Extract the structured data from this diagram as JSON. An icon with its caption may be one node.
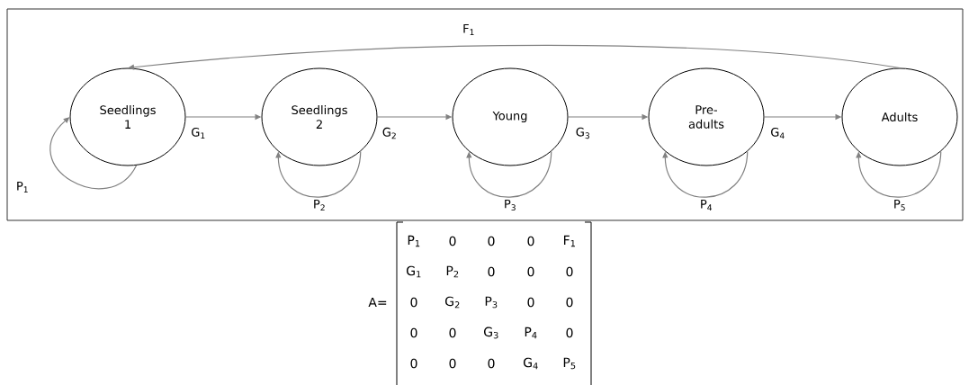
{
  "diagram": {
    "nodes": [
      {
        "text": [
          "Seedlings 1"
        ]
      },
      {
        "text": [
          "Seedlings 2"
        ]
      },
      {
        "text": [
          "Young"
        ]
      },
      {
        "text": [
          "Pre- adults"
        ]
      },
      {
        "text": [
          "Adults"
        ]
      }
    ],
    "edges": [
      {
        "from": 4,
        "to": 0,
        "arrow": "to",
        "label": "F$_{1}$"
      },
      {
        "from": 0,
        "to": 0,
        "arrow": "to",
        "label": "P$_{1}$"
      },
      {
        "from": 0,
        "to": 1,
        "arrow": "to",
        "label": "G$_{1}$"
      },
      {
        "from": 1,
        "to": 1,
        "arrow": "to",
        "label": "P$_{2}$"
      },
      {
        "from": 1,
        "to": 2,
        "arrow": "to",
        "label": "G$_{2}$"
      },
      {
        "from": 2,
        "to": 2,
        "arrow": "to",
        "label": "P$_{3}$"
      },
      {
        "from": 2,
        "to": 3,
        "arrow": "to",
        "label": "G$_{3}$"
      },
      {
        "from": 3,
        "to": 3,
        "arrow": "to",
        "label": "P$_{4}$"
      },
      {
        "from": 3,
        "to": 4,
        "arrow": "to",
        "label": "G$_{4}$"
      },
      {
        "from": 4,
        "to": 4,
        "arrow": "to",
        "label": "P$_{5}$"
      }
    ],
    "labels": [
      "A=",
      "P$_{1}$",
      "0",
      "0",
      "0",
      "F$_{1}$",
      "G$_{1}$",
      "P$_{2}$",
      "0",
      "0",
      "0",
      "0",
      "G$_{2}$",
      "P$_{3}$",
      "0",
      "0",
      "0",
      "0",
      "G$_{3}$",
      "P$_{4}$",
      "0",
      "0",
      "0",
      "0",
      "G$_{4}$",
      "P$_{5}$"
    ]
  }
}
